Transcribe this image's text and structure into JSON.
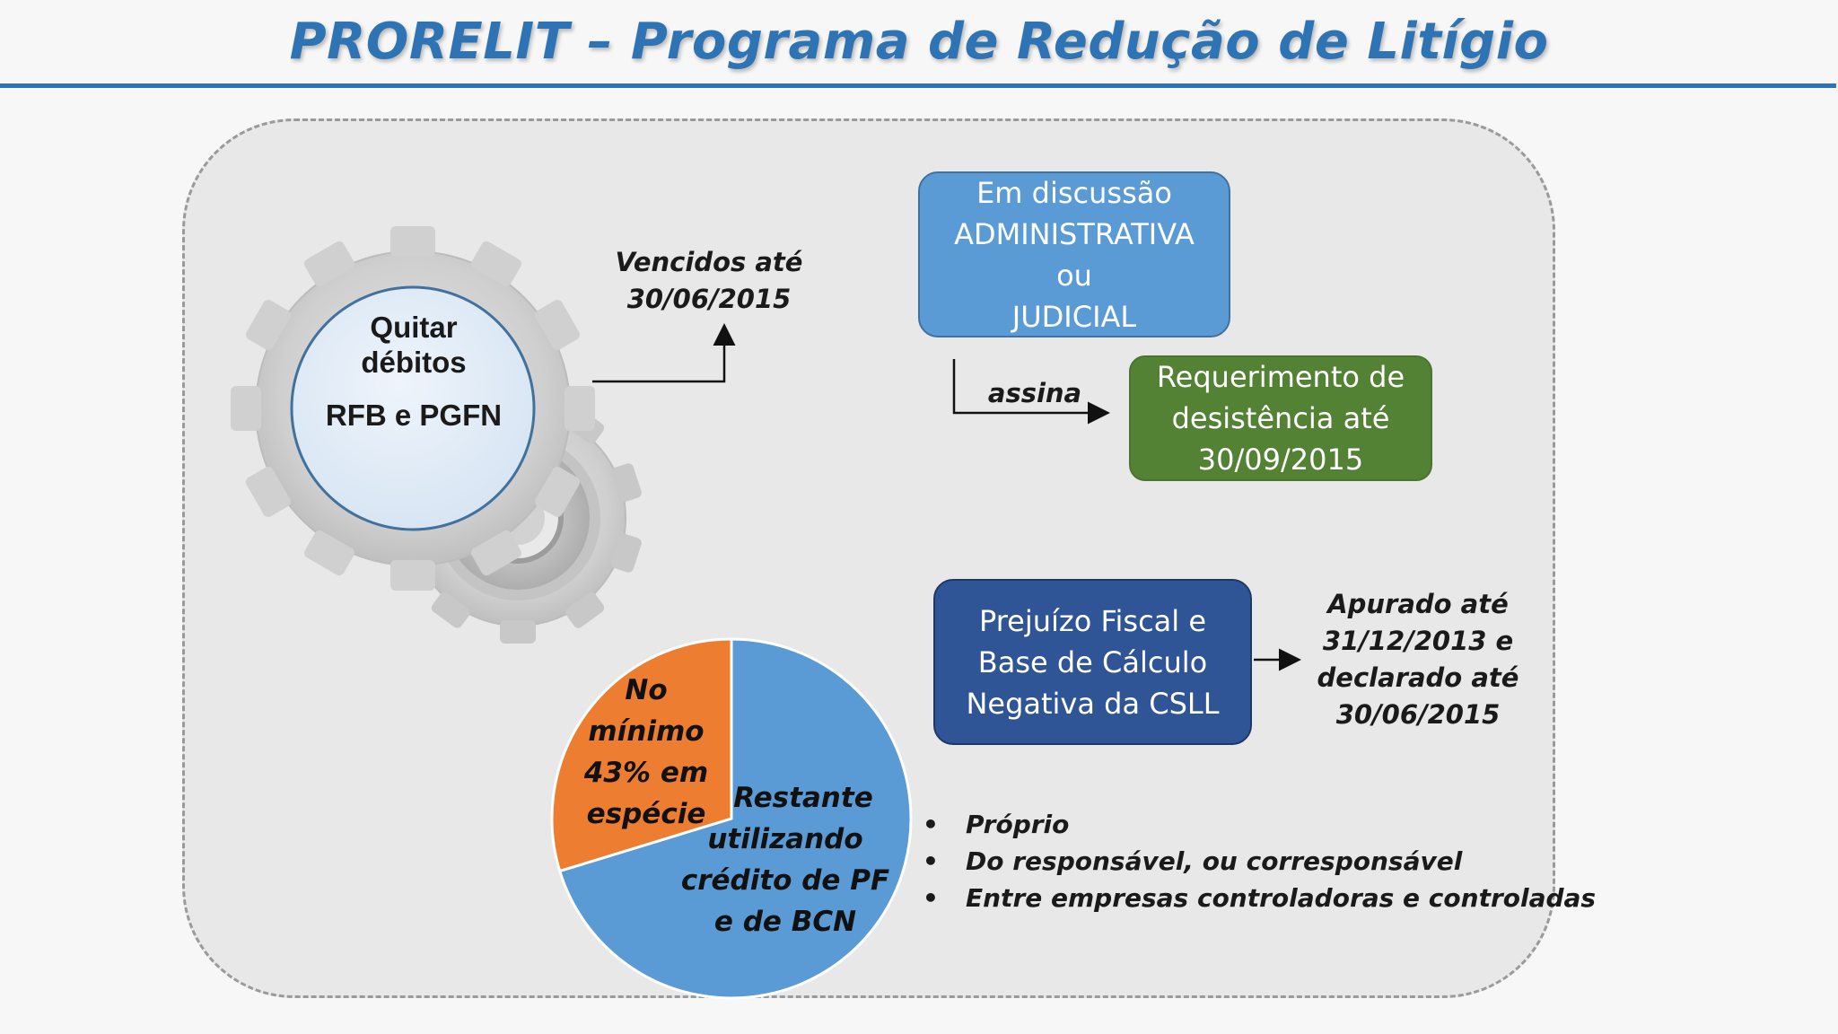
{
  "title": "PRORELIT – Programa de Redução de Litígio",
  "gear": {
    "line1": "Quitar",
    "line2": "débitos",
    "line3": "RFB e PGFN"
  },
  "vencidos": {
    "line1": "Vencidos até",
    "line2": "30/06/2015"
  },
  "admin_box": {
    "line1": "Em discussão",
    "line2": "ADMINISTRATIVA",
    "line3": "ou",
    "line4": "JUDICIAL"
  },
  "assina_label": "assina",
  "requerimento_box": {
    "line1": "Requerimento de",
    "line2": "desistência até",
    "line3": "30/09/2015"
  },
  "prejuizo_box": {
    "line1": "Prejuízo Fiscal e",
    "line2": "Base de Cálculo",
    "line3": "Negativa da CSLL"
  },
  "apurado": {
    "line1": "Apurado até",
    "line2": "31/12/2013 e",
    "line3": "declarado até",
    "line4": "30/06/2015"
  },
  "pie": {
    "slices": [
      {
        "label_lines": [
          "No",
          "mínimo",
          "43% em",
          "espécie"
        ],
        "color": "#ed7d31"
      },
      {
        "label_lines": [
          "Restante",
          "utilizando",
          "crédito de PF",
          "e de BCN"
        ],
        "color": "#5b9bd5"
      }
    ]
  },
  "bullets": [
    "Próprio",
    "Do responsável, ou corresponsável",
    "Entre empresas controladoras e controladas"
  ],
  "colors": {
    "title": "#2e74b5",
    "admin_box": "#5b9bd5",
    "requerimento_box": "#548235",
    "prejuizo_box": "#2f5597",
    "pie_orange": "#ed7d31",
    "pie_blue": "#5b9bd5"
  }
}
